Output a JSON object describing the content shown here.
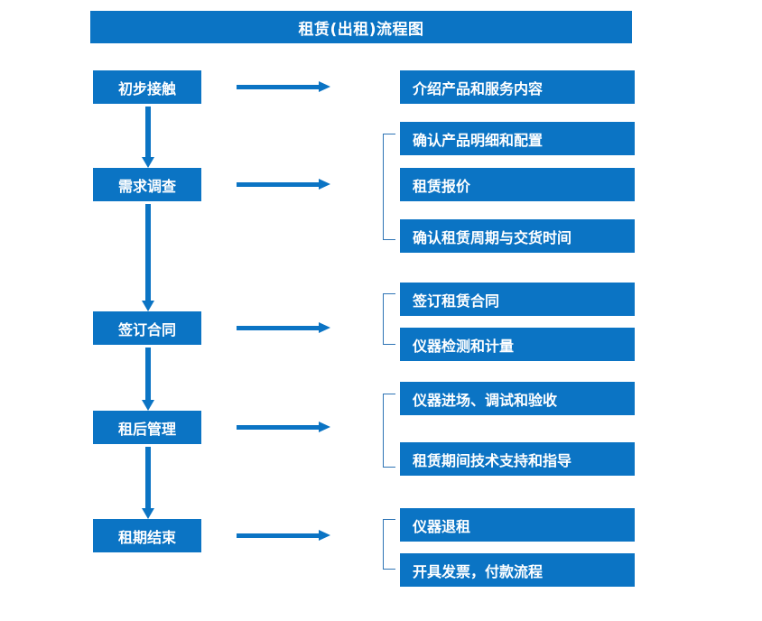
{
  "title": "租赁(出租)流程图",
  "theme": {
    "box_fill": "#0B74C4",
    "box_text": "#FFFFFF",
    "arrow": "#0B74C4",
    "bracket": "#2E74B5",
    "background": "#FFFFFF"
  },
  "stages": [
    {
      "label": "初步接触",
      "details": [
        "介绍产品和服务内容"
      ],
      "bracketed": false
    },
    {
      "label": "需求调查",
      "details": [
        "确认产品明细和配置",
        "租赁报价",
        "确认租赁周期与交货时间"
      ],
      "bracketed": true
    },
    {
      "label": "签订合同",
      "details": [
        "签订租赁合同",
        "仪器检测和计量"
      ],
      "bracketed": true
    },
    {
      "label": "租后管理",
      "details": [
        "仪器进场、调试和验收",
        "租赁期间技术支持和指导"
      ],
      "bracketed": true
    },
    {
      "label": "租期结束",
      "details": [
        "仪器退租",
        "开具发票，付款流程"
      ],
      "bracketed": true
    }
  ],
  "connectors": {
    "horizontal_arrow_count": 5,
    "vertical_arrow_count": 4,
    "bracket_count": 4
  }
}
